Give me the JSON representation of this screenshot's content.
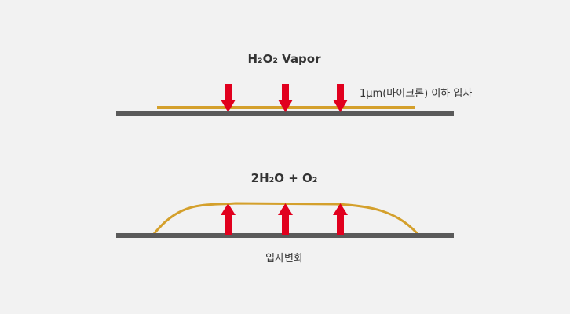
{
  "top": {
    "title": "H₂O₂ Vapor",
    "particle_label": "1µm(마이크론) 이하 입자"
  },
  "bottom": {
    "title": "2H₂O + O₂",
    "caption": "입자변화"
  },
  "colors": {
    "background": "#f2f2f2",
    "surface": "#5a5a5a",
    "film": "#d4a02c",
    "arrow": "#e1001e",
    "text": "#333333"
  },
  "icons": {
    "down_arrow": "arrow-down-icon",
    "up_arrow": "arrow-up-icon"
  }
}
